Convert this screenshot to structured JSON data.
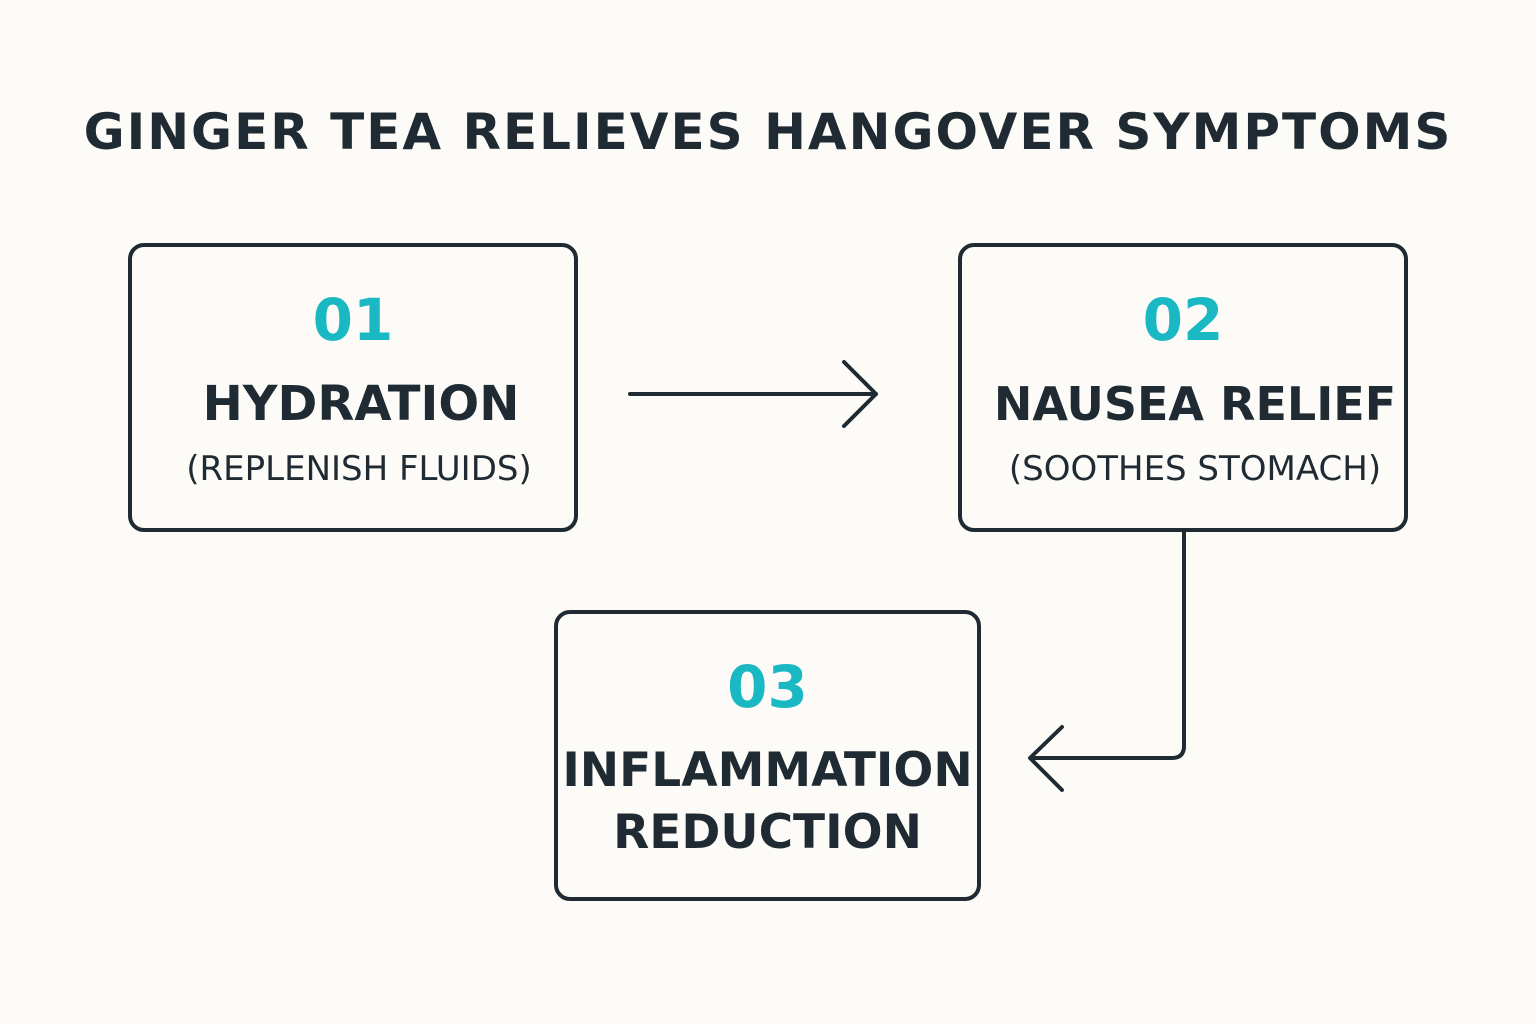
{
  "title": "GINGER TEA RELIEVES HANGOVER SYMPTOMS",
  "steps": [
    {
      "number": "01",
      "title": "HYDRATION",
      "subtitle": "(REPLENISH FLUIDS)"
    },
    {
      "number": "02",
      "title": "NAUSEA RELIEF",
      "subtitle": "(SOOTHES STOMACH)"
    },
    {
      "number": "03",
      "title": "INFLAMMATION REDUCTION"
    }
  ],
  "colors": {
    "background": "#fcfbf7",
    "ink": "#1f2a33",
    "accent": "#1ab8c3"
  }
}
